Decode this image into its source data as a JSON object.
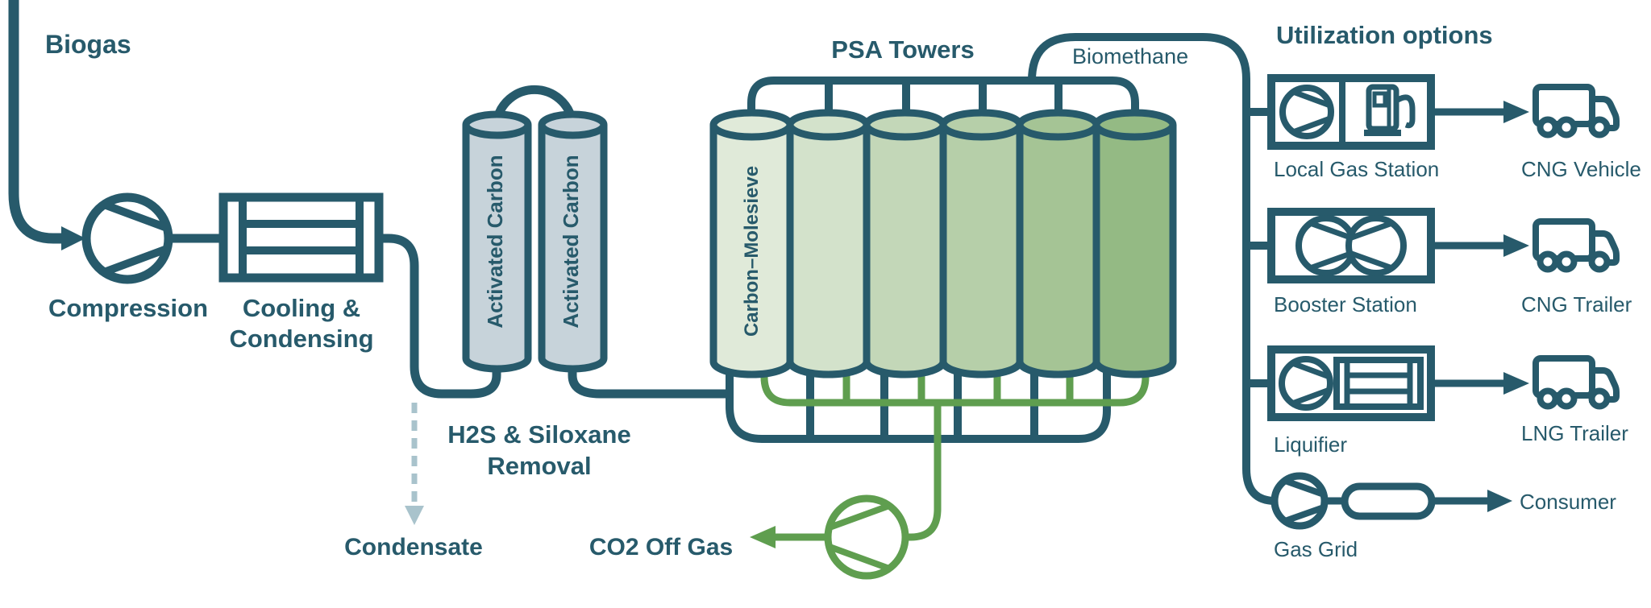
{
  "title": "Biogas upgrading process diagram",
  "colors": {
    "teal": "#275a6b",
    "green": "#5f9e4f",
    "condensate": "#a9c3cc",
    "cylinder_gray": "#c7d3da"
  },
  "labels": {
    "biogas": "Biogas",
    "compression": "Compression",
    "cooling_line1": "Cooling &",
    "cooling_line2": "Condensing",
    "h2s_line1": "H2S & Siloxane",
    "h2s_line2": "Removal",
    "condensate": "Condensate",
    "activated_carbon_1": "Activated Carbon",
    "activated_carbon_2": "Activated Carbon",
    "psa_towers": "PSA Towers",
    "carbon_molesieve": "Carbon–Molesieve",
    "biomethane": "Biomethane",
    "co2_off_gas": "CO2 Off Gas"
  },
  "psa": {
    "tower_count": 6,
    "tower_fills": [
      "#e0ead9",
      "#d3e2cb",
      "#c3d7b8",
      "#b6cfa9",
      "#a5c495",
      "#94ba84"
    ]
  },
  "utilization": {
    "title": "Utilization options",
    "rows": [
      {
        "station": "Local Gas Station",
        "destination": "CNG Vehicle"
      },
      {
        "station": "Booster Station",
        "destination": "CNG Trailer"
      },
      {
        "station": "Liquifier",
        "destination": "LNG Trailer"
      },
      {
        "station": "Gas Grid",
        "destination": "Consumer"
      }
    ]
  }
}
